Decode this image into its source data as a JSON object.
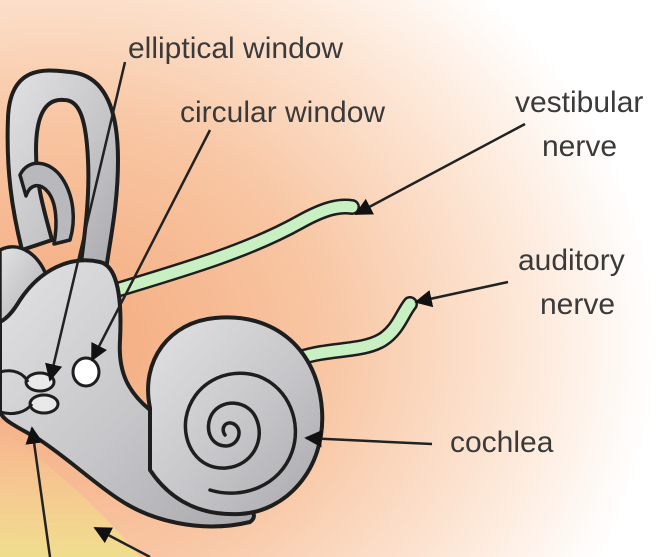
{
  "labels": {
    "elliptical_window": "elliptical window",
    "circular_window": "circular window",
    "vestibular_nerve": [
      "vestibular",
      "nerve"
    ],
    "auditory_nerve": [
      "auditory",
      "nerve"
    ],
    "cochlea": "cochlea"
  },
  "colors": {
    "background_warm": "#f6b78e",
    "bone": "#c8c8ca",
    "bone_dark": "#9c9ca0",
    "nerve": "#c9f0c2",
    "outline": "#1e1e1e",
    "label_text": "#3a3a3a",
    "lower_tint": "#f3e08a"
  }
}
